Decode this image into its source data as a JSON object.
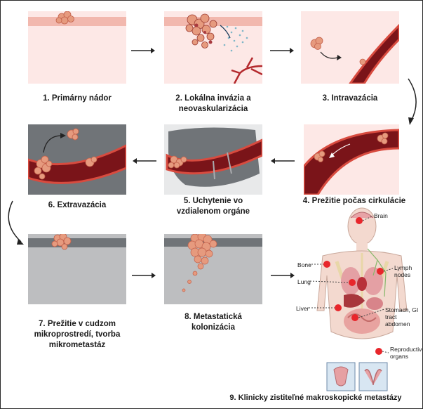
{
  "steps": [
    {
      "number": "1.",
      "text": "Primárny nádor"
    },
    {
      "number": "2.",
      "text": "Lokálna invázia a neovaskularizácia"
    },
    {
      "number": "3.",
      "text": "Intravazácia"
    },
    {
      "number": "4.",
      "text": "Prežitie počas cirkulácie"
    },
    {
      "number": "5.",
      "text": "Uchytenie vo vzdialenom orgáne"
    },
    {
      "number": "6.",
      "text": "Extravazácia"
    },
    {
      "number": "7.",
      "text": "Prežitie v cudzom mikroprostredí, tvorba mikrometastáz"
    },
    {
      "number": "8.",
      "text": "Metastatická kolonizácia"
    },
    {
      "number": "9.",
      "text": "Klinicky zistiteľné makroskopické metastázy"
    }
  ],
  "labels": {
    "s1": "1. Primárny nádor",
    "s2a": "2. Lokálna invázia a",
    "s2b": "neovaskularizácia",
    "s3": "3. Intravazácia",
    "s4": "4. Prežitie počas cirkulácie",
    "s5a": "5. Uchytenie vo",
    "s5b": "vzdialenom orgáne",
    "s6": "6. Extravazácia",
    "s7a": "7. Prežitie v cudzom",
    "s7b": "mikroprostredí, tvorba",
    "s7c": "mikrometastáz",
    "s8a": "8. Metastatická",
    "s8b": "kolonizácia",
    "s9": "9. Klinicky zistiteľné makroskopické metastázy"
  },
  "organs": {
    "brain": "Brain",
    "bone": "Bone",
    "lung": "Lung",
    "lymph1": "Lymph",
    "lymph2": "nodes",
    "liver": "Liver",
    "stomach1": "Stomach, GI tract",
    "stomach2": "abdomen",
    "repro1": "Reproductive",
    "repro2": "organs"
  },
  "colors": {
    "tissue_top": "#f2b8ae",
    "tissue_body": "#fde8e6",
    "vessel": "#7a1419",
    "vessel_edge": "#d84b3f",
    "tumor": "#e69a7e",
    "organ_gray": "#707478",
    "metastasis": "#e8262b"
  }
}
